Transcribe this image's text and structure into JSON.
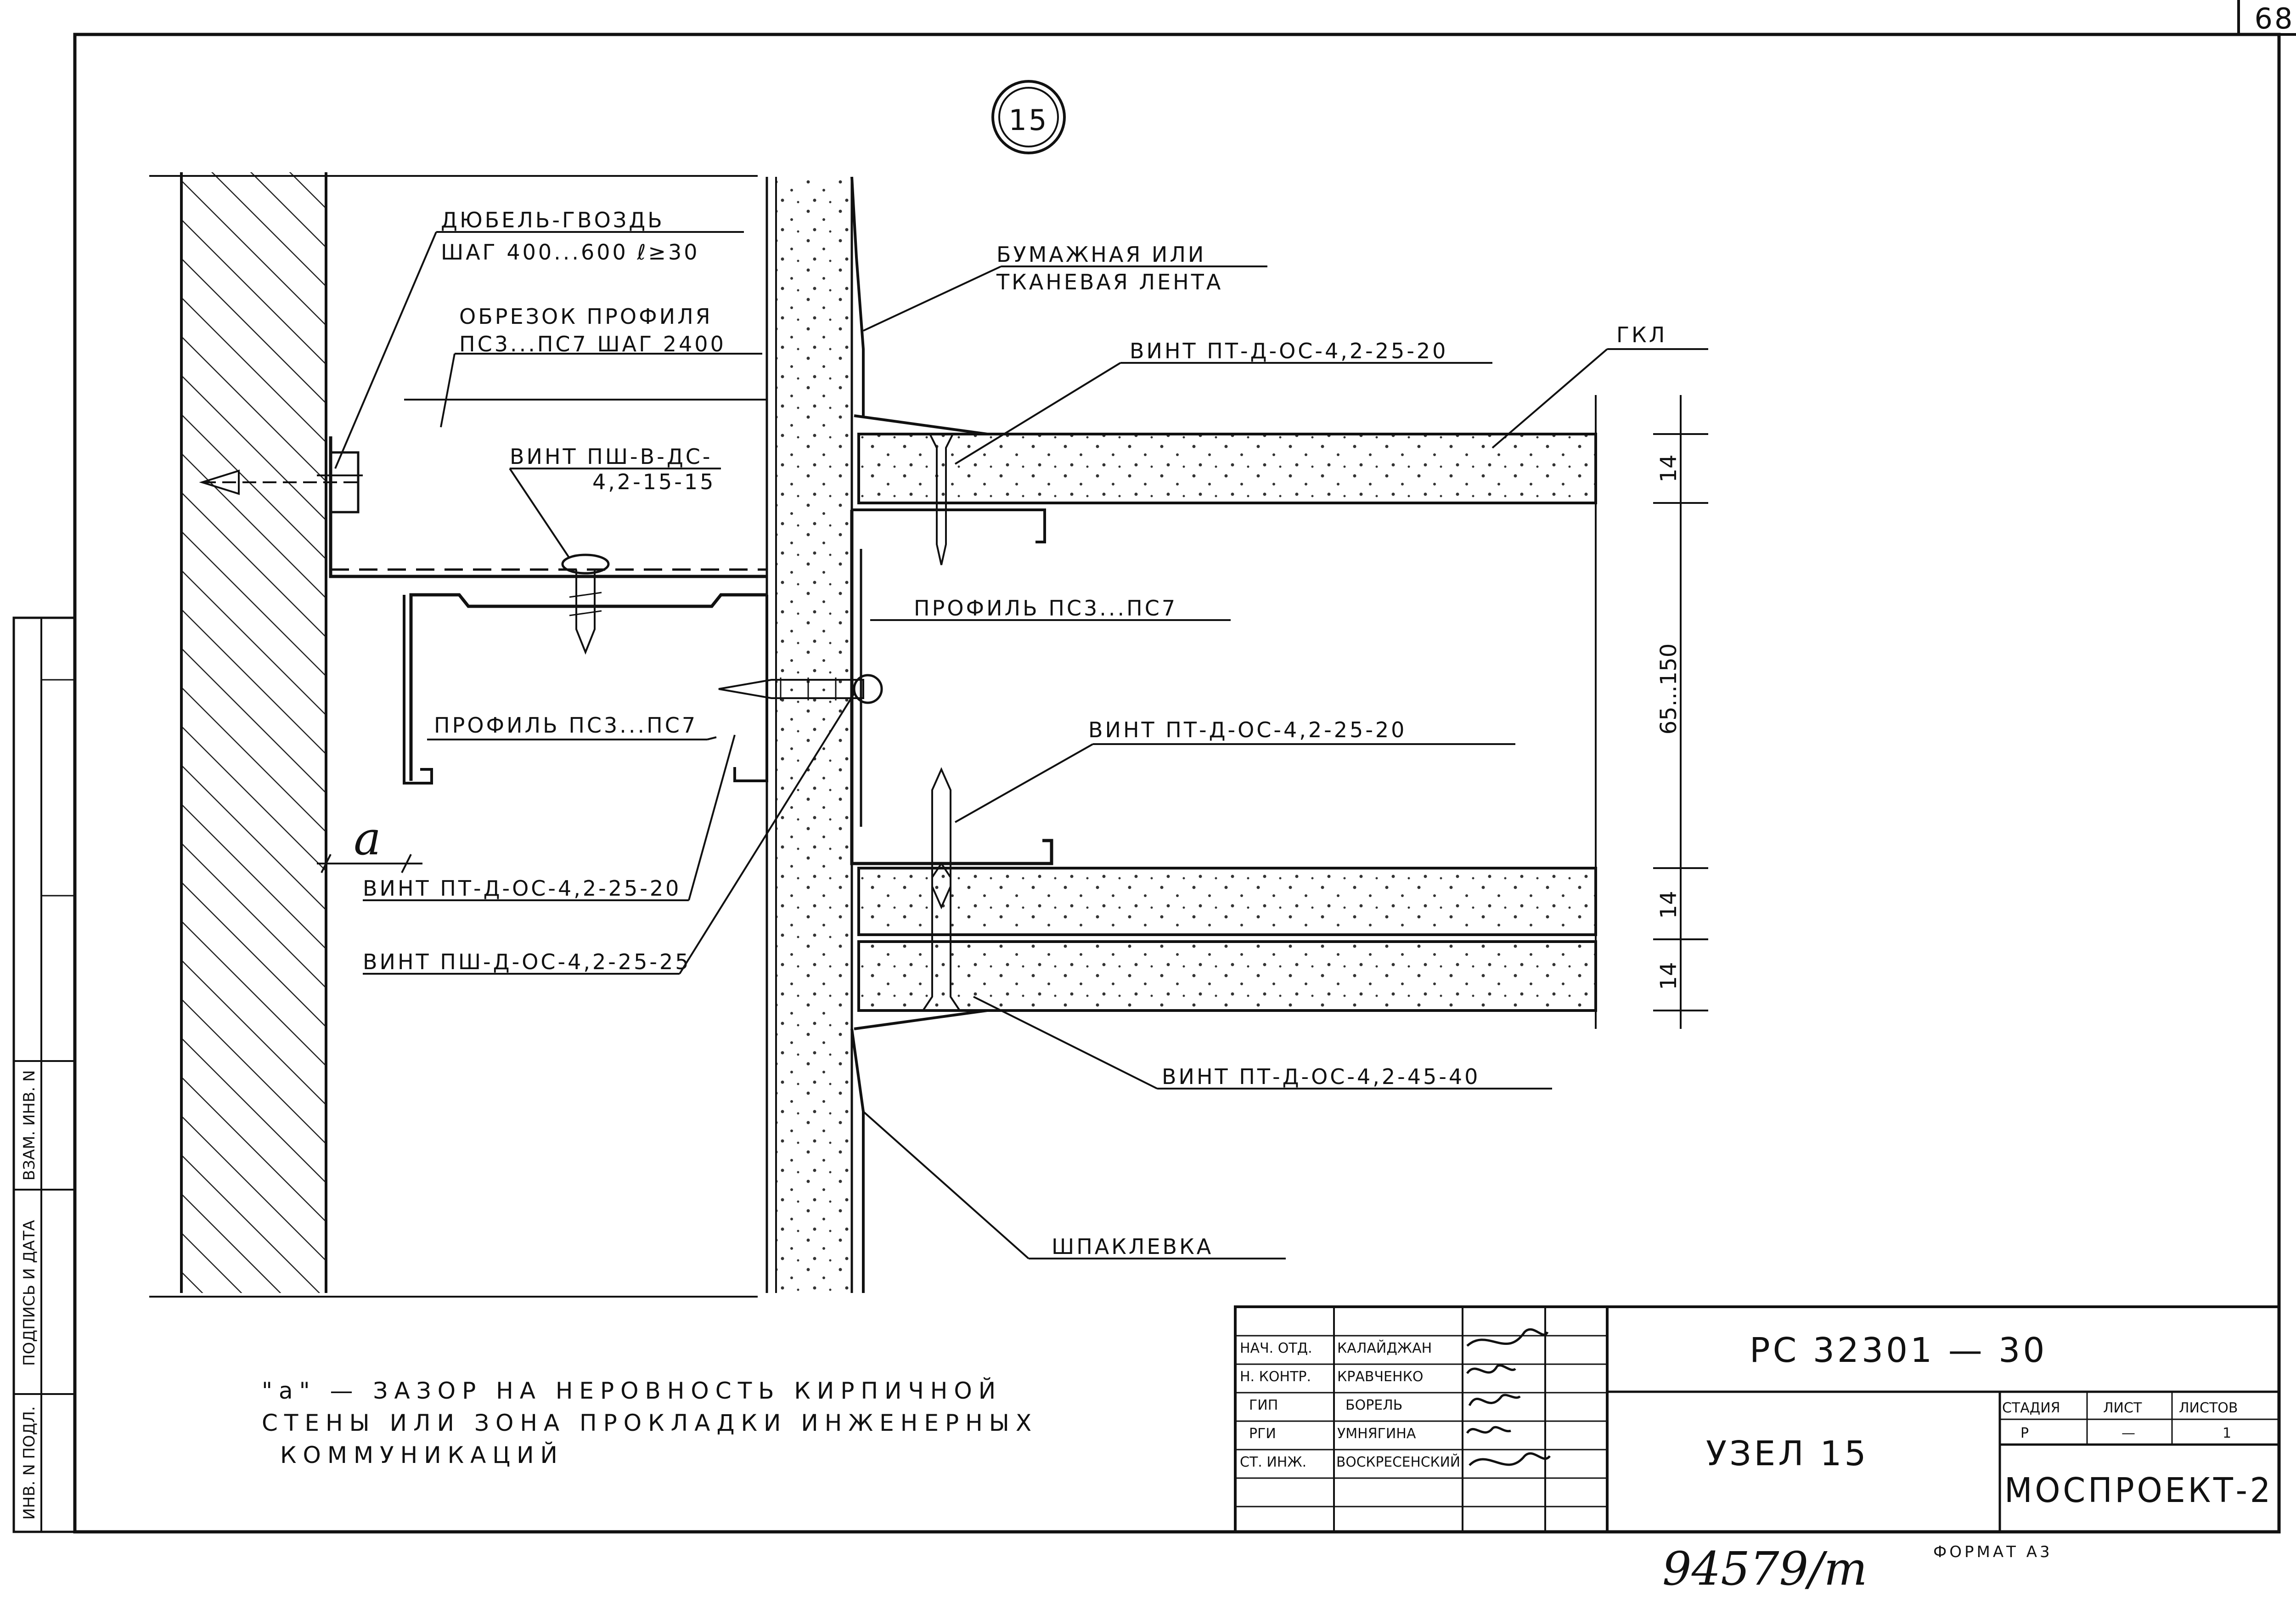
{
  "sheet": {
    "page_number": "68",
    "node_number": "15",
    "format": "ФОРМАТ А3",
    "archive_number": "94579/т"
  },
  "labels": {
    "dowel": [
      "ДЮБЕЛЬ-ГВОЗДЬ",
      "ШАГ 400...600 ℓ≥30"
    ],
    "profile_cut": [
      "ОБРЕЗОК ПРОФИЛЯ",
      "ПС3...ПС7  ШАГ 2400"
    ],
    "screw_pshv": [
      "ВИНТ ПШ-В-ДС-",
      "4,2-15-15"
    ],
    "profile_left": "ПРОФИЛЬ ПС3...ПС7",
    "screw_pt_left": "ВИНТ ПТ-Д-ОС-4,2-25-20",
    "screw_psh": "ВИНТ ПШ-Д-ОС-4,2-25-25",
    "tape": [
      "БУМАЖНАЯ ИЛИ",
      "ТКАНЕВАЯ ЛЕНТА"
    ],
    "screw_pt_top": "ВИНТ ПТ-Д-ОС-4,2-25-20",
    "gkl": "ГКЛ",
    "profile_right": "ПРОФИЛЬ ПС3...ПС7",
    "screw_pt_mid": "ВИНТ ПТ-Д-ОС-4,2-25-20",
    "screw_pt_bottom": "ВИНТ ПТ-Д-ОС-4,2-45-40",
    "putty": "ШПАКЛЕВКА",
    "gap_symbol": "a"
  },
  "dimensions": {
    "top_board": "14",
    "cavity": "65...150",
    "board_2": "14",
    "board_3": "14"
  },
  "note": {
    "lines": [
      "\"a\" — ЗАЗОР НА НЕРОВНОСТЬ КИРПИЧНОЙ",
      "СТЕНЫ ИЛИ ЗОНА ПРОКЛАДКИ ИНЖЕНЕРНЫХ",
      "КОММУНИКАЦИЙ"
    ]
  },
  "side_stamp": {
    "fields": [
      "ИНВ. N ПОДЛ.",
      "ПОДПИСЬ И ДАТА",
      "ВЗАМ. ИНВ. N"
    ]
  },
  "title_block": {
    "signatures": [
      {
        "role": "НАЧ. ОТД.",
        "name": "КАЛАЙДЖАН"
      },
      {
        "role": "Н. КОНТР.",
        "name": "КРАВЧЕНКО"
      },
      {
        "role": "ГИП",
        "name": "БОРЕЛЬ"
      },
      {
        "role": "РГИ",
        "name": "УМНЯГИНА"
      },
      {
        "role": "СТ. ИНЖ.",
        "name": "ВОСКРЕСЕНСКИЙ"
      }
    ],
    "code": "РС 32301 — 30",
    "title": "УЗЕЛ  15",
    "stage_header": "СТАДИЯ",
    "sheet_header": "ЛИСТ",
    "sheets_header": "ЛИСТОВ",
    "stage": "Р",
    "sheet": "—",
    "sheets": "1",
    "organization": "МОСПРОЕКТ-2"
  }
}
